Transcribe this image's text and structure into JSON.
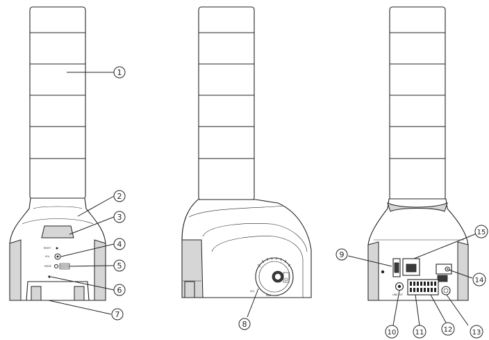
{
  "callouts": [
    {
      "number": "1",
      "glyph": "①"
    },
    {
      "number": "2",
      "glyph": "②"
    },
    {
      "number": "3",
      "glyph": "③"
    },
    {
      "number": "4",
      "glyph": "④"
    },
    {
      "number": "5",
      "glyph": "⑤"
    },
    {
      "number": "6",
      "glyph": "⑥"
    },
    {
      "number": "7",
      "glyph": "⑦"
    },
    {
      "number": "8",
      "glyph": "⑧"
    },
    {
      "number": "9",
      "glyph": "⑨"
    },
    {
      "number": "10",
      "glyph": "⑩"
    },
    {
      "number": "11",
      "glyph": "⑪"
    },
    {
      "number": "12",
      "glyph": "⑫"
    },
    {
      "number": "13",
      "glyph": "⑬"
    },
    {
      "number": "14",
      "glyph": "⑭"
    },
    {
      "number": "15",
      "glyph": "⑮"
    }
  ],
  "panel_labels": {
    "reset": "RESET",
    "vol": "VOL",
    "mode": "MODE",
    "side_vol": "VOL",
    "side_max": "MAX",
    "line_out": "LINE OUT"
  },
  "colors": {
    "stroke": "#222222",
    "shade": "#d6d6d6",
    "background": "#ffffff"
  }
}
